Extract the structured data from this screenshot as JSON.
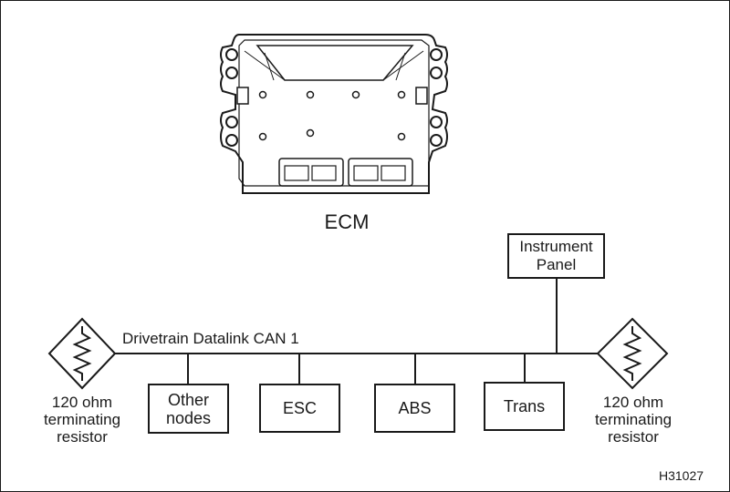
{
  "diagram": {
    "module_label": "ECM",
    "bus_label": "Drivetrain Datalink CAN 1",
    "instrument_panel": {
      "line1": "Instrument",
      "line2": "Panel"
    },
    "nodes": [
      {
        "line1": "Other",
        "line2": "nodes"
      },
      {
        "line1": "ESC",
        "line2": ""
      },
      {
        "line1": "ABS",
        "line2": ""
      },
      {
        "line1": "Trans",
        "line2": ""
      }
    ],
    "resistor_left": {
      "line1": "120 ohm",
      "line2": "terminating",
      "line3": "resistor"
    },
    "resistor_right": {
      "line1": "120 ohm",
      "line2": "terminating",
      "line3": "resistor"
    },
    "figure_code": "H31027"
  }
}
